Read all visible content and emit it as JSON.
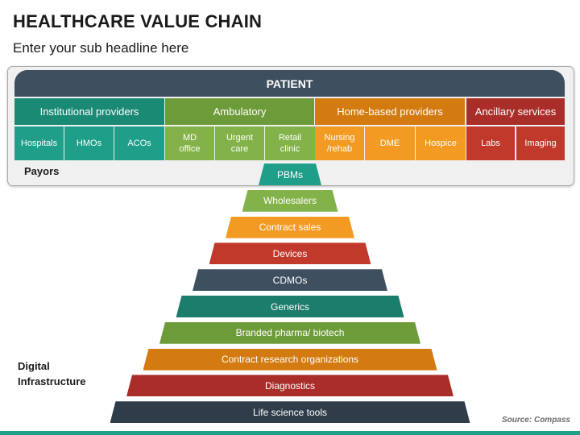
{
  "title": "HEALTHCARE VALUE CHAIN",
  "subtitle": "Enter your sub headline here",
  "patient": "PATIENT",
  "categories": [
    {
      "label": "Institutional providers",
      "color": "#1b8a75"
    },
    {
      "label": "Ambulatory",
      "color": "#6e9b39"
    },
    {
      "label": "Home-based providers",
      "color": "#d37a10"
    },
    {
      "label": "Ancillary services",
      "color": "#a92e2a"
    }
  ],
  "subitems": [
    {
      "label": "Hospitals",
      "color": "#1f9e89"
    },
    {
      "label": "HMOs",
      "color": "#1f9e89"
    },
    {
      "label": "ACOs",
      "color": "#1f9e89"
    },
    {
      "label": "MD\noffice",
      "color": "#84b24a"
    },
    {
      "label": "Urgent\ncare",
      "color": "#84b24a"
    },
    {
      "label": "Retail\nclinic",
      "color": "#84b24a"
    },
    {
      "label": "Nursing\n/rehab",
      "color": "#f39a22"
    },
    {
      "label": "DME",
      "color": "#f39a22"
    },
    {
      "label": "Hospice",
      "color": "#f39a22"
    },
    {
      "label": "Labs",
      "color": "#c0392b"
    },
    {
      "label": "Imaging",
      "color": "#c0392b"
    }
  ],
  "payors": "Payors",
  "digital_infrastructure": "Digital\nInfrastructure",
  "pyramid": [
    {
      "label": "PBMs",
      "color": "#1f9e89"
    },
    {
      "label": "Wholesalers",
      "color": "#84b24a"
    },
    {
      "label": "Contract sales",
      "color": "#f39a22"
    },
    {
      "label": "Devices",
      "color": "#c0392b"
    },
    {
      "label": "CDMOs",
      "color": "#3e4f5f"
    },
    {
      "label": "Generics",
      "color": "#1b7d6b"
    },
    {
      "label": "Branded pharma/ biotech",
      "color": "#6e9b39"
    },
    {
      "label": "Contract research organizations",
      "color": "#d37a10"
    },
    {
      "label": "Diagnostics",
      "color": "#a92e2a"
    },
    {
      "label": "Life science tools",
      "color": "#2f3d4a"
    }
  ],
  "source": "Source: Compass"
}
